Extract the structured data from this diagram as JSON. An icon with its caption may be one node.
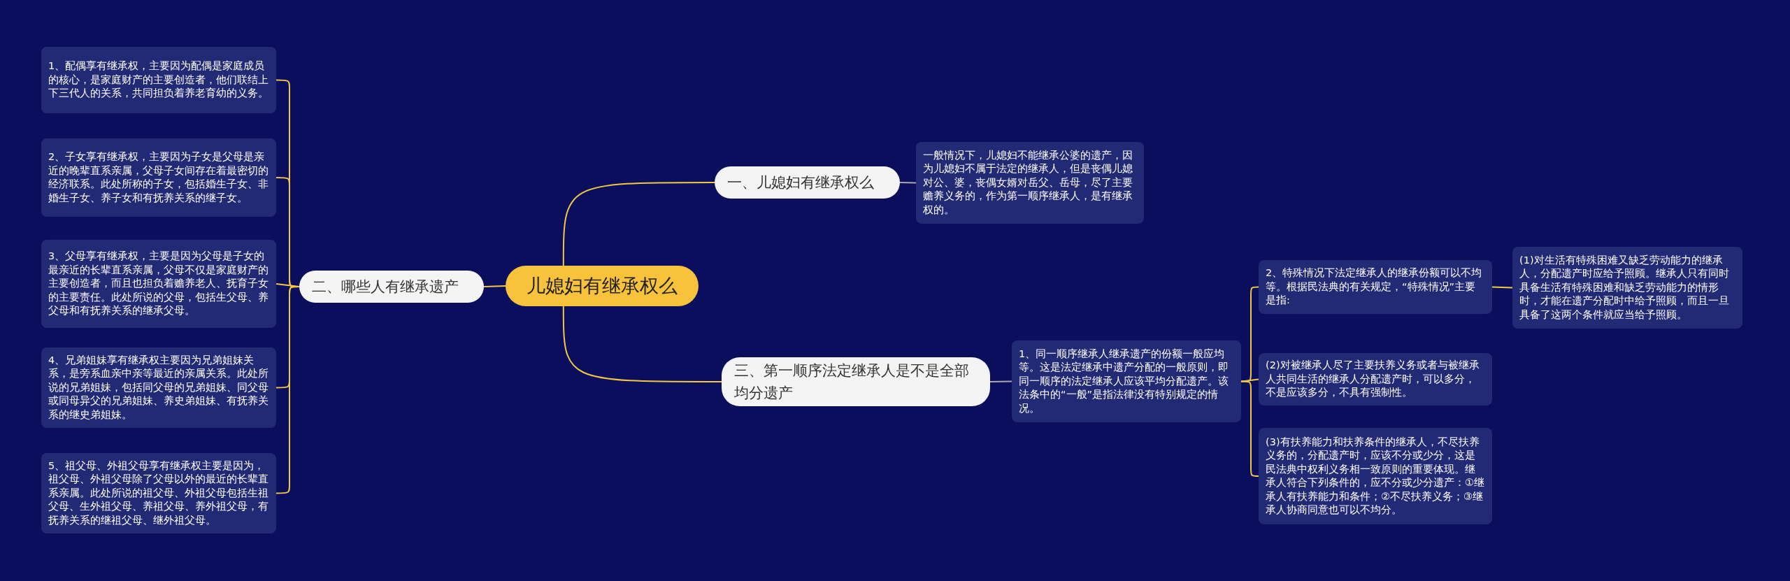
{
  "diagram": {
    "nodes": [
      {
        "text": [
          "儿媳妇有继承权么"
        ]
      },
      {
        "text": [
          "一、儿媳妇有继承权么"
        ]
      },
      {
        "text": [
          "一般情况下，儿媳妇不能继承公婆的遗产，因为儿媳妇不属于法定的继承人，但是丧偶儿媳对公、婆，丧偶女婿对岳父、岳母，尽了主要赡养义务的，作为第一顺序继承人，是有继承权的。"
        ]
      },
      {
        "text": [
          "二、哪些人有继承遗产"
        ]
      },
      {
        "text": [
          "1、配偶享有继承权，主要因为配偶是家庭成员的核心，是家庭财产的主要创造者，他们联结上下三代人的关系，共同担负着养老育幼的义务。"
        ]
      },
      {
        "text": [
          "2、子女享有继承权，主要因为子女是父母是亲近的晚辈直系亲属，父母子女间存在着最密切的经济联系。此处所称的子女，包括婚生子女、非婚生子女、养子女和有抚养关系的继子女。"
        ]
      },
      {
        "text": [
          "3、父母享有继承权，主要是因为父母是子女的最亲近的长辈直系亲属，父母不仅是家庭财产的主要创造者，而且也担负着赡养老人、抚育子女的主要责任。此处所说的父母，包括生父母、养父母和有抚养关系的继承父母。"
        ]
      },
      {
        "text": [
          "4、兄弟姐妹享有继承权主要因为兄弟姐妹关系，是旁系血亲中亲等最近的亲属关系。此处所说的兄弟姐妹，包括同父母的兄弟姐妹、同父母或同母异父的兄弟姐妹、养史弟姐妹、有抚养关系的继史弟姐妹。"
        ]
      },
      {
        "text": [
          "5、祖父母、外祖父母享有继承权主要是因为，祖父母、外祖父母除了父母以外的最近的长辈直系亲属。此处所说的祖父母、外祖父母包括生祖父母、生外祖父母、养祖父母、养外祖父母，有抚养关系的继祖父母、继外祖父母。"
        ]
      },
      {
        "text": [
          "三、第一顺序法定继承人是不是全部均分遗产"
        ]
      },
      {
        "text": [
          "1、同一顺序继承人继承遗产的份额一般应均等。这是法定继承中遗产分配的一般原则，即同一顺序的法定继承人应该平均分配遗产。该法条中的“一般”是指法律没有特别规定的情况。"
        ]
      },
      {
        "text": [
          "2、特殊情况下法定继承人的继承份额可以不均等。根据民法典的有关规定，“特殊情况”主要是指:"
        ]
      },
      {
        "text": [
          "(2)对被继承人尽了主要扶养义务或者与被继承人共同生活的继承人分配遗产时，可以多分，不是应该多分，不具有强制性。"
        ]
      },
      {
        "text": [
          "(3)有扶养能力和扶养条件的继承人，不尽扶养义务的，分配遗产时，应该不分或少分，这是民法典中权利义务相一致原则的重要体现。继承人符合下列条件的，应不分或少分遗产：①继承人有扶养能力和条件；②不尽扶养义务；③继承人协商同意也可以不均分。"
        ]
      },
      {
        "text": [
          "(1)对生活有特殊困难又缺乏劳动能力的继承人，分配遗产时应给予照顾。继承人只有同时具备生活有特殊困难和缺乏劳动能力的情形时，才能在遗产分配时中给予照顾，而且一旦具备了这两个条件就应当给予照顾。"
        ]
      }
    ],
    "edges": [
      {
        "from": 0,
        "to": 1,
        "arrow": "none"
      },
      {
        "from": 1,
        "to": 2,
        "arrow": "none",
        "color": "#a9a9a9"
      },
      {
        "from": 0,
        "to": 3,
        "arrow": "none"
      },
      {
        "from": 3,
        "to": 4,
        "arrow": "none"
      },
      {
        "from": 3,
        "to": 5,
        "arrow": "none"
      },
      {
        "from": 3,
        "to": 6,
        "arrow": "none"
      },
      {
        "from": 3,
        "to": 7,
        "arrow": "none"
      },
      {
        "from": 3,
        "to": 8,
        "arrow": "none"
      },
      {
        "from": 0,
        "to": 9,
        "arrow": "none"
      },
      {
        "from": 9,
        "to": 10,
        "arrow": "none",
        "color": "#a9a9a9"
      },
      {
        "from": 10,
        "to": 11,
        "arrow": "none"
      },
      {
        "from": 10,
        "to": 12,
        "arrow": "none"
      },
      {
        "from": 10,
        "to": 13,
        "arrow": "none"
      },
      {
        "from": 11,
        "to": 14,
        "arrow": "none"
      }
    ]
  }
}
